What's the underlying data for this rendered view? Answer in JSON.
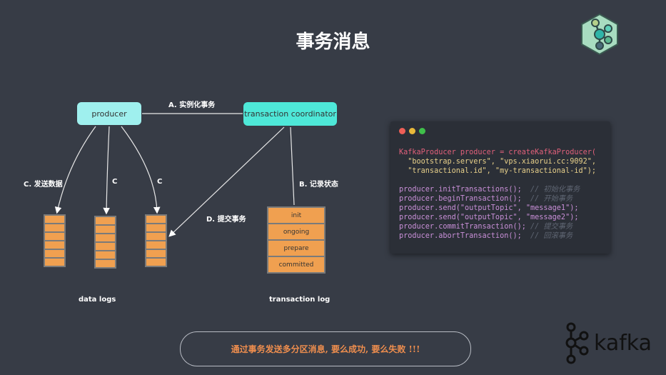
{
  "title": "事务消息",
  "nodes": {
    "producer": "producer",
    "coordinator": "transaction coordinator"
  },
  "labels": {
    "a": "A. 实例化事务",
    "c_full": "C. 发送数据",
    "c2": "C",
    "c3": "C",
    "b": "B. 记录状态",
    "d": "D. 提交事务",
    "data_logs": "data logs",
    "transaction_log": "transaction log"
  },
  "transaction_states": [
    "init",
    "ongoing",
    "prepare",
    "committed"
  ],
  "code": {
    "l1a": "KafkaProducer producer = createKafkaProducer(",
    "l2": "  \"bootstrap.servers\", \"vps.xiaorui.cc:9092\",",
    "l3": "  \"transactional.id\", \"my-transactional-id\");",
    "l4": "producer.initTransactions();",
    "l4c": "  // 初始化事务",
    "l5": "producer.beginTransaction();",
    "l5c": "  // 开始事务",
    "l6": "producer.send(\"outputTopic\", \"message1\");",
    "l7": "producer.send(\"outputTopic\", \"message2\");",
    "l8": "producer.commitTransaction();",
    "l8c": " // 提交事务",
    "l9": "producer.abortTransaction();",
    "l9c": "  // 回滚事务"
  },
  "footer": "通过事务发送多分区消息, 要么成功, 要么失败 !!!",
  "logo_text": "kafka",
  "colors": {
    "bg": "#373c46",
    "node": "#9ff0ee",
    "coordinator": "#4ee8d8",
    "log": "#f0a050",
    "footer_text": "#ef8e4e"
  }
}
